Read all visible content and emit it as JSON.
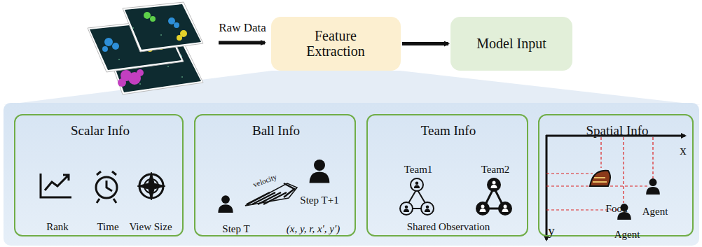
{
  "diagram": {
    "nodes": [
      {
        "text": [
          "Feature Extraction"
        ]
      },
      {
        "text": [
          "Model Input"
        ]
      },
      {
        "text": [
          "Scalar Info",
          "Rank",
          "Time",
          "View Size"
        ]
      },
      {
        "text": [
          "Ball Info",
          "velocity",
          "Step T",
          "Step T+1",
          "(x, y, r, x', y')"
        ]
      },
      {
        "text": [
          "Team Info",
          "Team1",
          "Team2",
          "Shared Observation"
        ]
      },
      {
        "text": [
          "Spatial Info",
          "x",
          "y",
          "Food",
          "Agent",
          "Agent"
        ]
      }
    ],
    "edges": [
      {
        "from": 0,
        "to": 1,
        "arrow": "to"
      }
    ],
    "labels": [
      "Raw Data"
    ]
  }
}
